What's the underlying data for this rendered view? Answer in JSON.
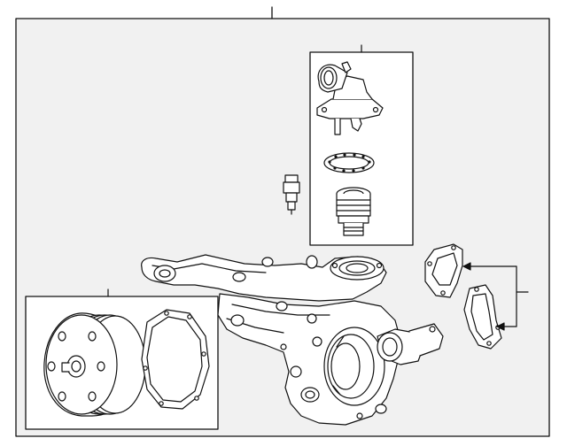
{
  "diagram": {
    "kind": "exploded-parts-illustration",
    "text_labels": [],
    "colors": {
      "page_background": "#ffffff",
      "panel_background": "#f1f1f1",
      "ink": "#111111",
      "part_fill": "#ffffff"
    },
    "parts": [
      {
        "id": "thermostat-housing",
        "callout": "leader-line"
      },
      {
        "id": "thermostat-seal",
        "callout": "none"
      },
      {
        "id": "thermostat",
        "callout": "none"
      },
      {
        "id": "temperature-sensor",
        "callout": "leader-line"
      },
      {
        "id": "water-pump-housing",
        "callout": "main-leader-line"
      },
      {
        "id": "water-pump-pulley",
        "callout": "leader-line"
      },
      {
        "id": "water-pump-gasket",
        "callout": "none"
      },
      {
        "id": "housing-gasket-upper",
        "callout": "shared-bracket-arrow"
      },
      {
        "id": "housing-gasket-lower",
        "callout": "shared-bracket-arrow"
      }
    ]
  }
}
